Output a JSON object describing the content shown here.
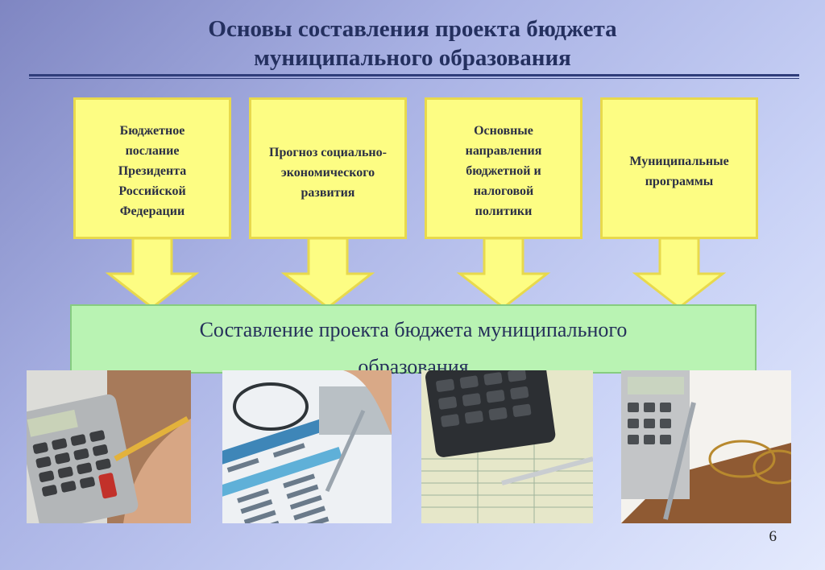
{
  "title": {
    "line1": "Основы составления проекта бюджета",
    "line2": "муниципального образования"
  },
  "boxes": [
    {
      "lines": [
        "Бюджетное",
        "послание",
        "Президента",
        "Российской",
        "Федерации"
      ]
    },
    {
      "lines": [
        "Прогноз социально-",
        "экономического",
        "развития"
      ]
    },
    {
      "lines": [
        "Основные",
        "направления",
        "бюджетной и",
        "налоговой",
        "политики"
      ]
    },
    {
      "lines": [
        "Муниципальные",
        "программы"
      ]
    }
  ],
  "result": {
    "line1": "Составление проекта бюджета муниципального",
    "line2": "образования"
  },
  "photos": [
    "calculator-pencil-photo",
    "glasses-pen-budget-table-photo",
    "calculator-spreadsheet-photo",
    "calculator-pen-glasses-photo"
  ],
  "colors": {
    "box_fill": "#fdfd83",
    "box_border": "#e8d94c",
    "result_fill": "#b9f3b3",
    "title": "#24305f"
  },
  "page_number": "6"
}
